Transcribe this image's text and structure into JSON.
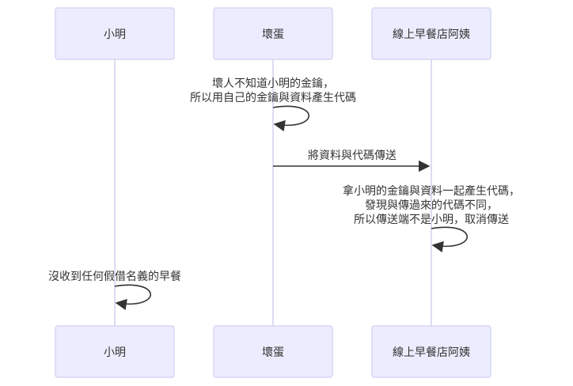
{
  "actors": [
    {
      "id": "xiaoming",
      "label": "小明"
    },
    {
      "id": "huaidan",
      "label": "壞蛋"
    },
    {
      "id": "ayi",
      "label": "線上早餐店阿姨"
    }
  ],
  "messages": [
    {
      "from": "huaidan",
      "to": "huaidan",
      "lines": [
        "壞人不知道小明的金鑰，",
        "所以用自己的金鑰與資料產生代碼"
      ]
    },
    {
      "from": "huaidan",
      "to": "ayi",
      "lines": [
        "將資料與代碼傳送"
      ]
    },
    {
      "from": "ayi",
      "to": "ayi",
      "lines": [
        "拿小明的金鑰與資料一起產生代碼，",
        "發現與傳過來的代碼不同，",
        "所以傳送端不是小明，取消傳送"
      ]
    },
    {
      "from": "xiaoming",
      "to": "xiaoming",
      "lines": [
        "沒收到任何假借名義的早餐"
      ]
    }
  ]
}
